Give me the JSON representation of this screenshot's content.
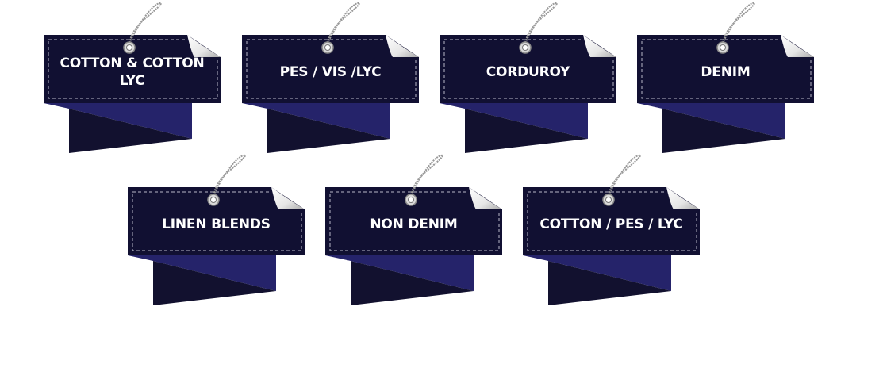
{
  "tags": [
    {
      "label": "COTTON & COTTON LYC"
    },
    {
      "label": "PES / VIS /LYC"
    },
    {
      "label": "CORDUROY"
    },
    {
      "label": "DENIM"
    },
    {
      "label": "LINEN BLENDS"
    },
    {
      "label": "NON DENIM"
    },
    {
      "label": "COTTON / PES / LYC"
    }
  ],
  "colors": {
    "tag": "#111032",
    "ribbon_light": "#25236a",
    "ribbon_dark": "#12112f",
    "stitch": "#b9b9c8"
  }
}
